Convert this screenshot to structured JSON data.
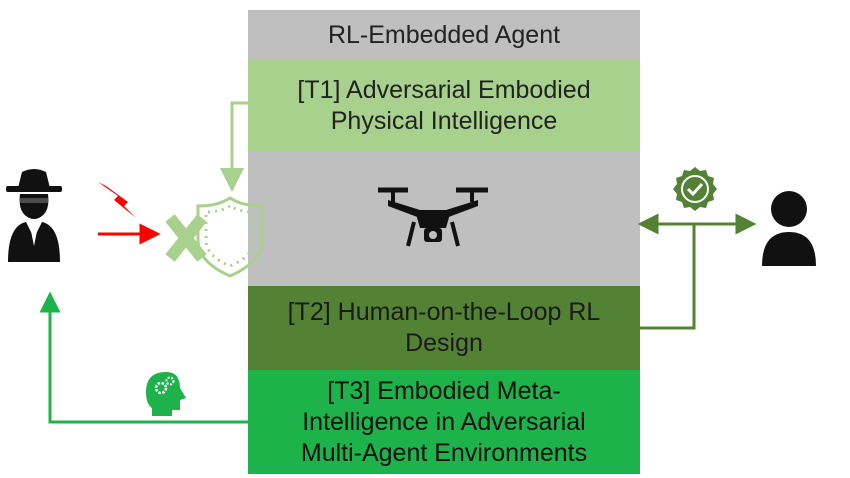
{
  "diagram": {
    "agent_title": "RL-Embedded Agent",
    "t1_label": "[T1] Adversarial Embodied\nPhysical Intelligence",
    "t2_label": "[T2] Human-on-the-Loop RL\nDesign",
    "t3_label": "[T3] Embodied Meta-\nIntelligence in Adversarial\nMulti-Agent Environments"
  },
  "icons": {
    "attacker": "spy-icon",
    "attack": "lightning-bolt-icon",
    "shield": "shield-icon",
    "block": "x-mark-icon",
    "drone": "drone-icon",
    "verified": "verified-badge-icon",
    "human": "user-icon",
    "meta": "gear-head-icon"
  },
  "colors": {
    "gray_block": "#bfbfbf",
    "t1_light_green": "#a9d18e",
    "t2_dark_green": "#548235",
    "t3_green": "#1eb24a",
    "attack_red": "#ff0000"
  }
}
